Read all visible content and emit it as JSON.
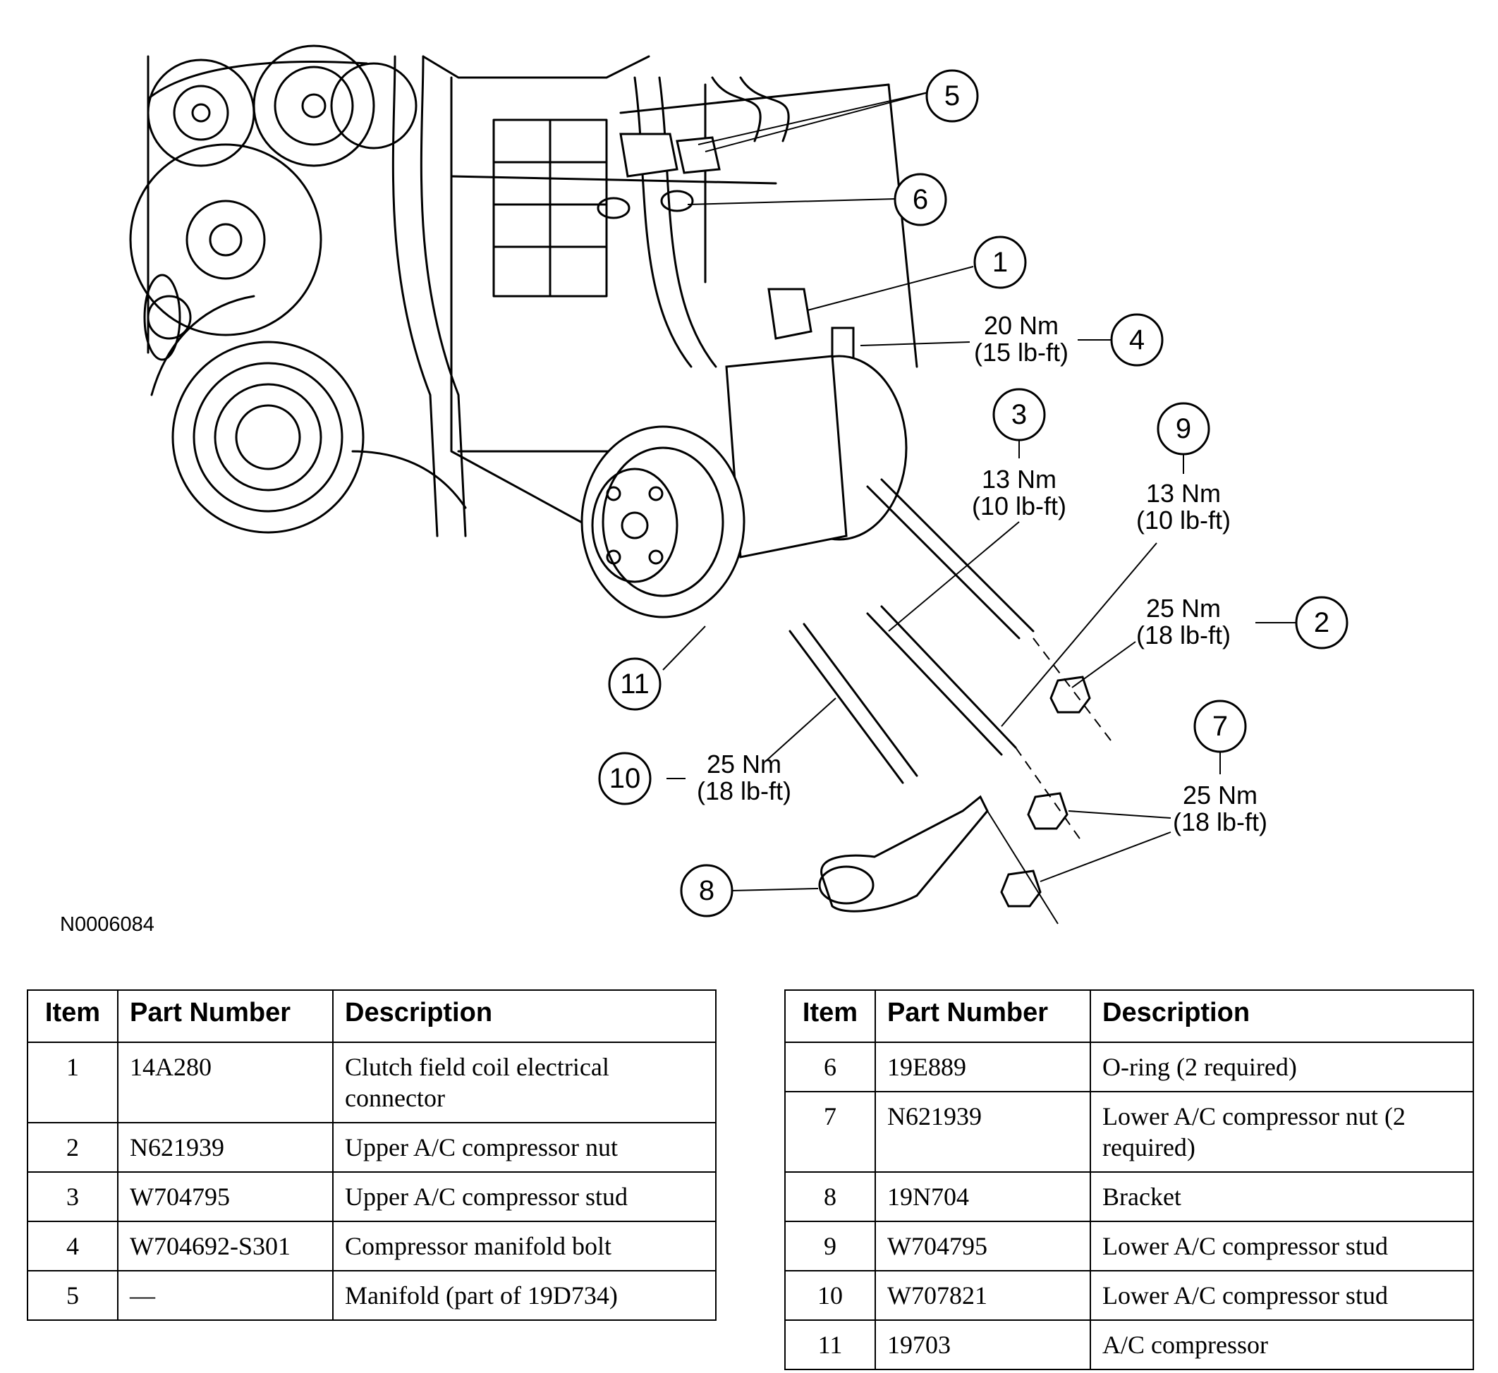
{
  "drawing_id": "N0006084",
  "callouts": [
    {
      "number": "1"
    },
    {
      "number": "2"
    },
    {
      "number": "3"
    },
    {
      "number": "4"
    },
    {
      "number": "5"
    },
    {
      "number": "6"
    },
    {
      "number": "7"
    },
    {
      "number": "8"
    },
    {
      "number": "9"
    },
    {
      "number": "10"
    },
    {
      "number": "11"
    }
  ],
  "torque_specs": {
    "item_4": {
      "nm": "20 Nm",
      "lbft": "(15 lb-ft)"
    },
    "item_3": {
      "nm": "13 Nm",
      "lbft": "(10 lb-ft)"
    },
    "item_9": {
      "nm": "13 Nm",
      "lbft": "(10 lb-ft)"
    },
    "item_2": {
      "nm": "25 Nm",
      "lbft": "(18 lb-ft)"
    },
    "item_7": {
      "nm": "25 Nm",
      "lbft": "(18 lb-ft)"
    },
    "item_10": {
      "nm": "25 Nm",
      "lbft": "(18 lb-ft)"
    }
  },
  "table_headers": {
    "item": "Item",
    "part_number": "Part Number",
    "description": "Description"
  },
  "table_left": [
    {
      "item": "1",
      "part_number": "14A280",
      "description": "Clutch field coil electrical connector"
    },
    {
      "item": "2",
      "part_number": "N621939",
      "description": "Upper A/C compressor nut"
    },
    {
      "item": "3",
      "part_number": "W704795",
      "description": "Upper A/C compressor stud"
    },
    {
      "item": "4",
      "part_number": "W704692-S301",
      "description": "Compressor manifold bolt"
    },
    {
      "item": "5",
      "part_number": "—",
      "description": "Manifold (part of 19D734)"
    }
  ],
  "table_right": [
    {
      "item": "6",
      "part_number": "19E889",
      "description": "O-ring (2 required)"
    },
    {
      "item": "7",
      "part_number": "N621939",
      "description": "Lower A/C compressor nut (2 required)"
    },
    {
      "item": "8",
      "part_number": "19N704",
      "description": "Bracket"
    },
    {
      "item": "9",
      "part_number": "W704795",
      "description": "Lower A/C compressor stud"
    },
    {
      "item": "10",
      "part_number": "W707821",
      "description": "Lower A/C compressor stud"
    },
    {
      "item": "11",
      "part_number": "19703",
      "description": "A/C compressor"
    }
  ]
}
